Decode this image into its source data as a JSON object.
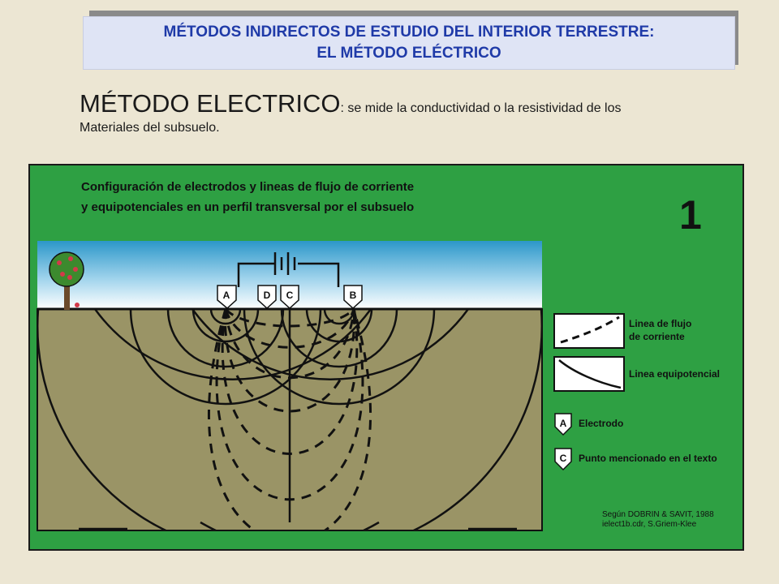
{
  "slide": {
    "title_line1": "MÉTODOS INDIRECTOS DE ESTUDIO DEL INTERIOR TERRESTRE:",
    "title_line2": "EL MÉTODO ELÉCTRICO",
    "intro_heading": "MÉTODO ELECTRICO",
    "intro_text_1": ": se mide la conductividad o la resistividad de los",
    "intro_text_2": "Materiales del subsuelo."
  },
  "figure": {
    "caption_line1": "Configuración de electrodos y lineas de flujo de corriente",
    "caption_line2": "y equipotenciales en un perfil transversal  por el subsuelo",
    "number": "1",
    "electrodes": [
      {
        "label": "A"
      },
      {
        "label": "D"
      },
      {
        "label": "C"
      },
      {
        "label": "B"
      }
    ],
    "legend": [
      {
        "line1": "Linea de flujo",
        "line2": "de corriente"
      },
      {
        "line1": "Linea equipotencial",
        "line2": ""
      },
      {
        "symbol": "A",
        "text": "Electrodo"
      },
      {
        "symbol": "C",
        "text": "Punto mencionado en el texto"
      }
    ],
    "credit_line1": "Según DOBRIN & SAVIT, 1988",
    "credit_line2": "ielect1b.cdr, S.Griem-Klee",
    "colors": {
      "figure_bg": "#2ea043",
      "ground": "#9a9466",
      "sky_top": "#2c97c9",
      "sky_bottom": "#ffffff"
    }
  }
}
